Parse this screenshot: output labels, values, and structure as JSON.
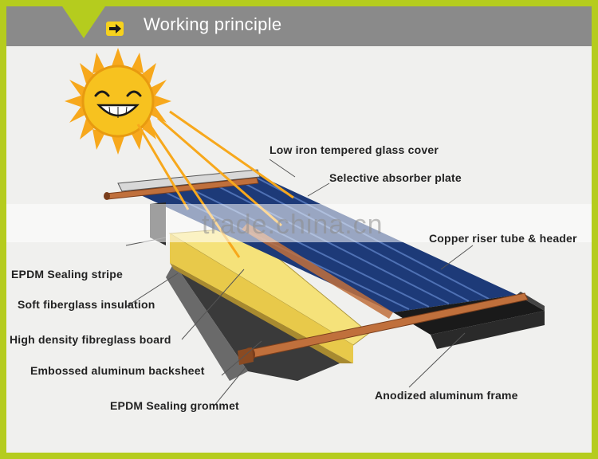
{
  "header": {
    "title": "Working principle",
    "arrow_icon": "arrow-right-icon"
  },
  "watermark": "trade.china.cn",
  "labels": {
    "glass_cover": "Low iron tempered glass cover",
    "absorber_plate": "Selective absorber plate",
    "copper_tube": "Copper riser tube & header",
    "epdm_stripe": "EPDM Sealing stripe",
    "soft_insulation": "Soft fiberglass insulation",
    "fibreglass_board": "High density fibreglass board",
    "backsheet": "Embossed aluminum backsheet",
    "grommet": "EPDM Sealing grommet",
    "frame": "Anodized aluminum frame"
  },
  "colors": {
    "frame_border": "#b5cc1e",
    "header_bg": "#8a8a8a",
    "sun": "#f7b21c",
    "absorber": "#1d3a78",
    "copper": "#c0703c",
    "insulation": "#f5e27a"
  }
}
